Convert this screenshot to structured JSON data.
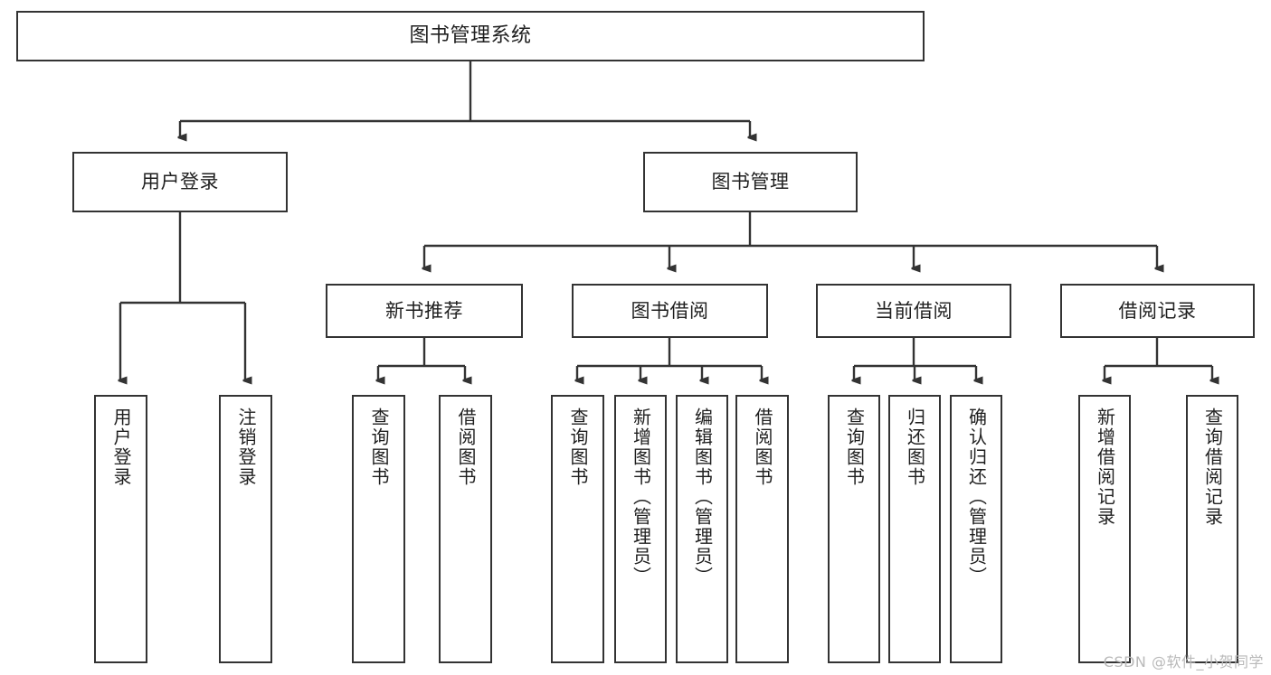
{
  "diagram": {
    "type": "tree-hierarchy",
    "title": "图书管理系统",
    "watermark": "CSDN @软件_小贺同学",
    "colors": {
      "stroke": "#333333",
      "node_fill": "#ffffff",
      "text": "#1f1f1f",
      "watermark": "#b9b9b9",
      "background": "#ffffff"
    },
    "levels": {
      "root": {
        "label": "图书管理系统"
      },
      "level2": [
        {
          "id": "user-login",
          "label": "用户登录"
        },
        {
          "id": "book-manage",
          "label": "图书管理"
        }
      ],
      "level3": [
        {
          "id": "new-book-rec",
          "label": "新书推荐",
          "parent": "book-manage"
        },
        {
          "id": "book-borrow",
          "label": "图书借阅",
          "parent": "book-manage"
        },
        {
          "id": "current-borrow",
          "label": "当前借阅",
          "parent": "book-manage"
        },
        {
          "id": "borrow-record",
          "label": "借阅记录",
          "parent": "book-manage"
        }
      ],
      "leaves": [
        {
          "id": "leaf-user-login",
          "label": "用户登录",
          "parent": "user-login"
        },
        {
          "id": "leaf-user-logout",
          "label": "注销登录",
          "parent": "user-login"
        },
        {
          "id": "leaf-query-book-1",
          "label": "查询图书",
          "parent": "new-book-rec"
        },
        {
          "id": "leaf-borrow-book-1",
          "label": "借阅图书",
          "parent": "new-book-rec"
        },
        {
          "id": "leaf-query-book-2",
          "label": "查询图书",
          "parent": "book-borrow"
        },
        {
          "id": "leaf-add-book",
          "label": "新增图书（管理员）",
          "parent": "book-borrow"
        },
        {
          "id": "leaf-edit-book",
          "label": "编辑图书（管理员）",
          "parent": "book-borrow"
        },
        {
          "id": "leaf-borrow-book-2",
          "label": "借阅图书",
          "parent": "book-borrow"
        },
        {
          "id": "leaf-query-book-3",
          "label": "查询图书",
          "parent": "current-borrow"
        },
        {
          "id": "leaf-return-book",
          "label": "归还图书",
          "parent": "current-borrow"
        },
        {
          "id": "leaf-confirm-return",
          "label": "确认归还（管理员）",
          "parent": "current-borrow"
        },
        {
          "id": "leaf-add-record",
          "label": "新增借阅记录",
          "parent": "borrow-record"
        },
        {
          "id": "leaf-query-record",
          "label": "查询借阅记录",
          "parent": "borrow-record"
        }
      ]
    }
  }
}
